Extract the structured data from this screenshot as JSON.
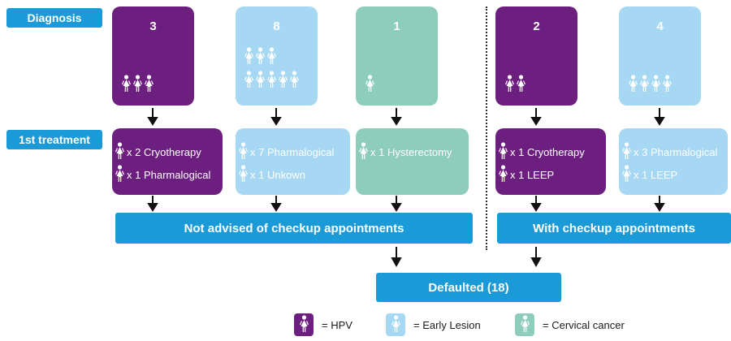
{
  "labels": {
    "diagnosis": "Diagnosis",
    "first_treatment": "1st treatment"
  },
  "diagnosis_boxes": [
    {
      "count": "3",
      "category": "HPV",
      "figures": 3
    },
    {
      "count": "8",
      "category": "Early Lesion",
      "figures": 8
    },
    {
      "count": "1",
      "category": "Cervical cancer",
      "figures": 1
    },
    {
      "count": "2",
      "category": "HPV",
      "figures": 2
    },
    {
      "count": "4",
      "category": "Early Lesion",
      "figures": 4
    }
  ],
  "treatment_boxes": [
    {
      "lines": [
        "x 2 Cryotherapy",
        "x 1 Pharmalogical"
      ]
    },
    {
      "lines": [
        "x 7 Pharmalogical",
        "x 1 Unkown"
      ]
    },
    {
      "lines": [
        "x 1 Hysterectomy"
      ]
    },
    {
      "lines": [
        "x 1 Cryotherapy",
        "x 1 LEEP"
      ]
    },
    {
      "lines": [
        "x 3 Pharmalogical",
        "x 1 LEEP"
      ]
    }
  ],
  "outcomes": {
    "not_advised": "Not advised of checkup appointments",
    "with_checkup": "With checkup appointments",
    "defaulted": "Defaulted (18)"
  },
  "legend": [
    {
      "label": "= HPV",
      "color": "#6d1f80"
    },
    {
      "label": "= Early Lesion",
      "color": "#a6d8f3"
    },
    {
      "label": "= Cervical cancer",
      "color": "#8ecdbc"
    }
  ],
  "colors": {
    "hpv": "#6d1f80",
    "early_lesion": "#a6d8f3",
    "cervical_cancer": "#8ecdbc",
    "accent_blue": "#1a9ad7"
  },
  "icons": {
    "person": "woman-figure-icon",
    "arrow": "down-arrow-icon"
  }
}
